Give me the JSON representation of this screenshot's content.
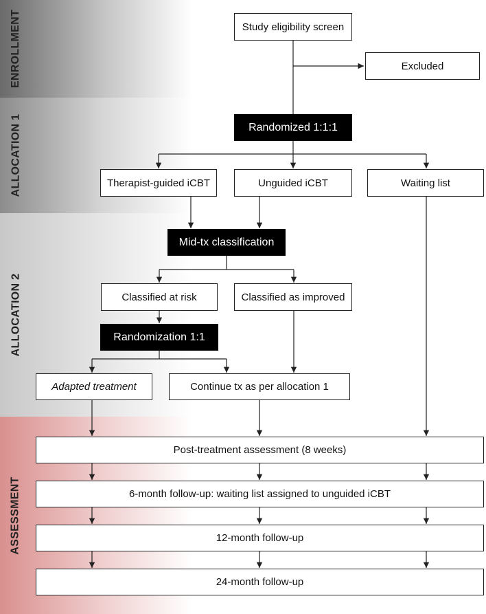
{
  "stages": {
    "enrollment": "ENROLLMENT",
    "allocation1": "ALLOCATION 1",
    "allocation2": "ALLOCATION 2",
    "assessment": "ASSESSMENT"
  },
  "nodes": {
    "eligibility": "Study eligibility screen",
    "excluded": "Excluded",
    "randomized": "Randomized 1:1:1",
    "therapist_guided": "Therapist-guided iCBT",
    "unguided": "Unguided iCBT",
    "waiting_list": "Waiting list",
    "mid_tx": "Mid-tx classification",
    "at_risk": "Classified at risk",
    "improved": "Classified as improved",
    "randomization": "Randomization 1:1",
    "adapted": "Adapted treatment",
    "continue_tx": "Continue tx as per allocation 1",
    "post_treatment": "Post-treatment assessment (8 weeks)",
    "followup_6": "6-month follow-up: waiting list assigned to unguided iCBT",
    "followup_12": "12-month follow-up",
    "followup_24": "24-month follow-up"
  },
  "colors": {
    "enrollment_band": "#6a6a6a",
    "allocation1_band": "#8c8c8c",
    "allocation2_band": "#c8c8c8",
    "assessment_band": "#d9908e",
    "dark_box": "#000000"
  }
}
